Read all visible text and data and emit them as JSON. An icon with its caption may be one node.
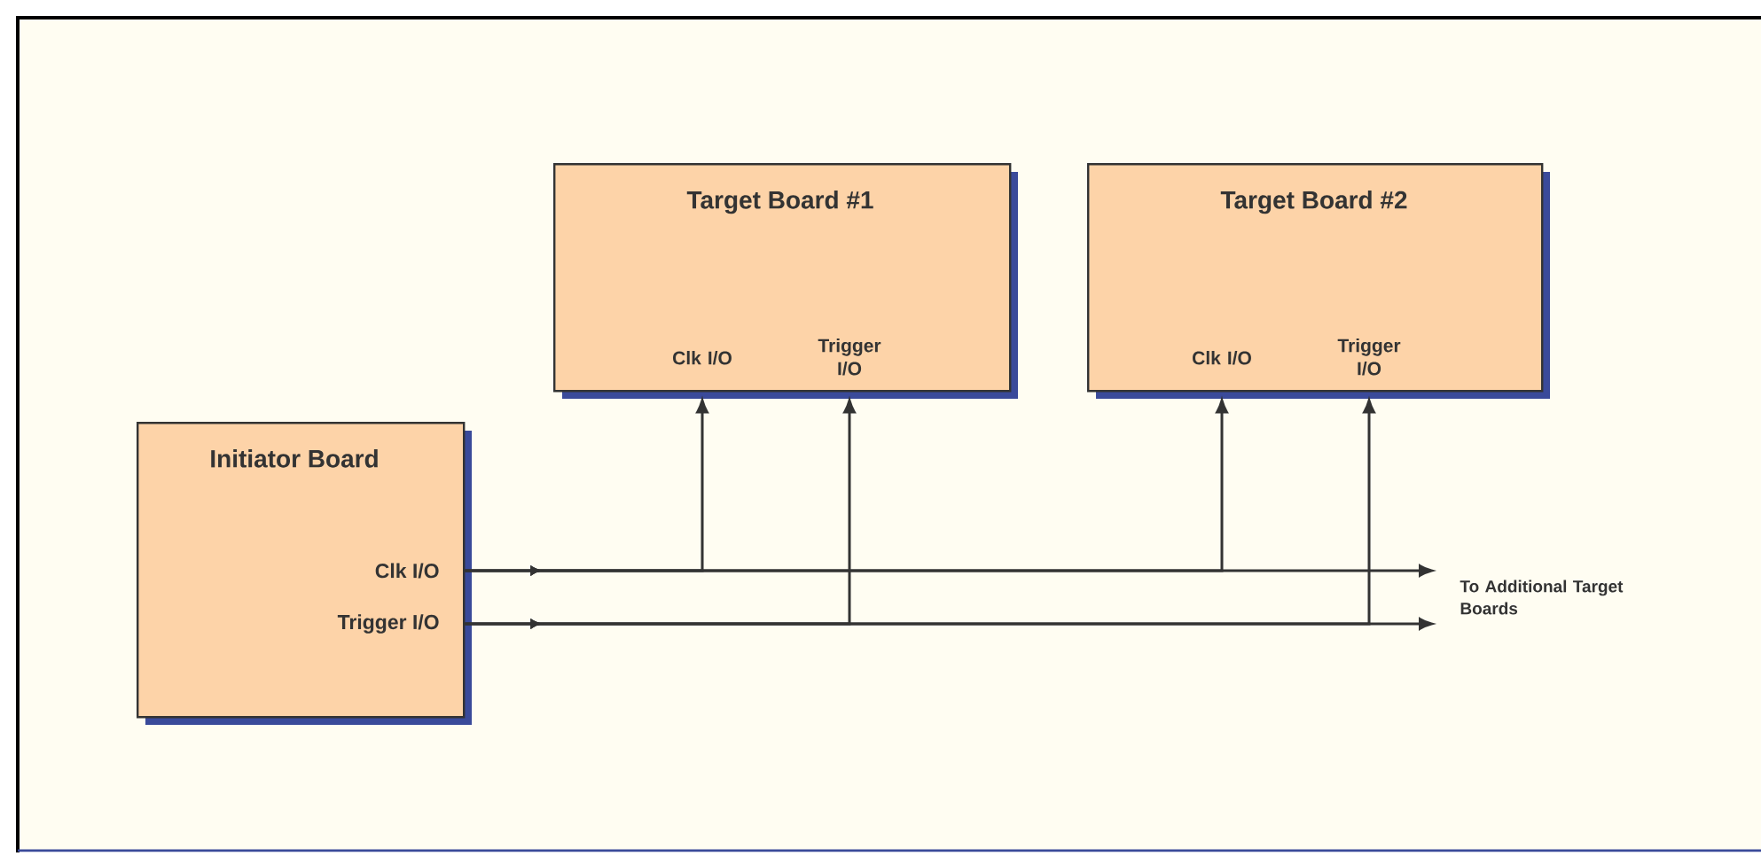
{
  "diagram": {
    "nodes": [
      {
        "text": [
          "Target Board  #1"
        ]
      },
      {
        "text": [
          "Clk I/O"
        ],
        "in": 0
      },
      {
        "text": [
          "Trigger I/O"
        ],
        "in": 0
      },
      {
        "text": [
          "Target Board  #2"
        ]
      },
      {
        "text": [
          "Clk I/O"
        ],
        "in": 3
      },
      {
        "text": [
          "Trigger I/O"
        ],
        "in": 3
      },
      {
        "text": [
          "Initiator Board"
        ]
      },
      {
        "text": [
          "Clk I/O"
        ],
        "in": 6
      },
      {
        "text": [
          "Trigger I/O"
        ],
        "in": 6
      },
      {
        "text": [
          "To Additional Target Boards"
        ]
      }
    ],
    "edges": [
      {
        "from": 7,
        "to": 1,
        "arrow": "to"
      },
      {
        "from": 7,
        "to": 4,
        "arrow": "to"
      },
      {
        "from": 7,
        "to": 9,
        "arrow": "to"
      },
      {
        "from": 8,
        "to": 2,
        "arrow": "to"
      },
      {
        "from": 8,
        "to": 5,
        "arrow": "to"
      },
      {
        "from": 8,
        "to": 9,
        "arrow": "to"
      }
    ]
  }
}
